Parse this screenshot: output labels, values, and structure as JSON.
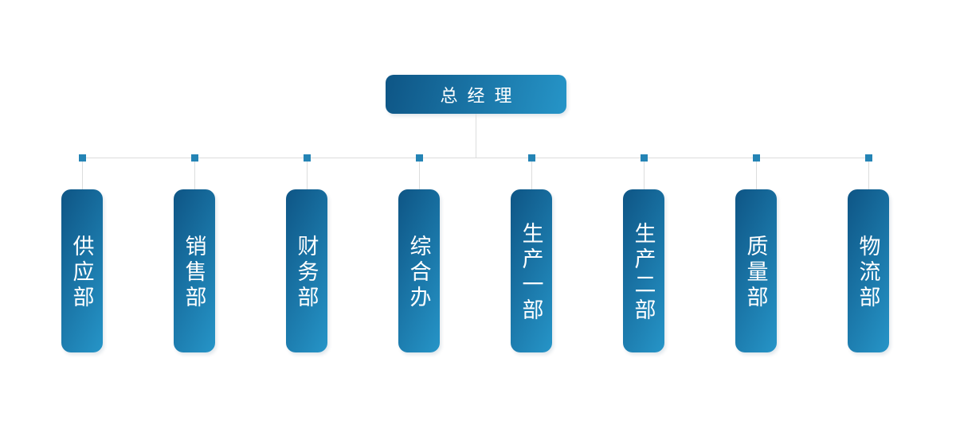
{
  "org_chart": {
    "root": {
      "label": "总经理"
    },
    "departments": [
      {
        "label": "供应部"
      },
      {
        "label": "销售部"
      },
      {
        "label": "财务部"
      },
      {
        "label": "综合办"
      },
      {
        "label": "生产一部"
      },
      {
        "label": "生产二部"
      },
      {
        "label": "质量部"
      },
      {
        "label": "物流部"
      }
    ],
    "colors": {
      "node_gradient_dark": "#0e5585",
      "node_gradient_light": "#2695c8",
      "connector_line": "#dcdddd",
      "connector_square": "#2484b5",
      "text": "#ffffff"
    }
  }
}
